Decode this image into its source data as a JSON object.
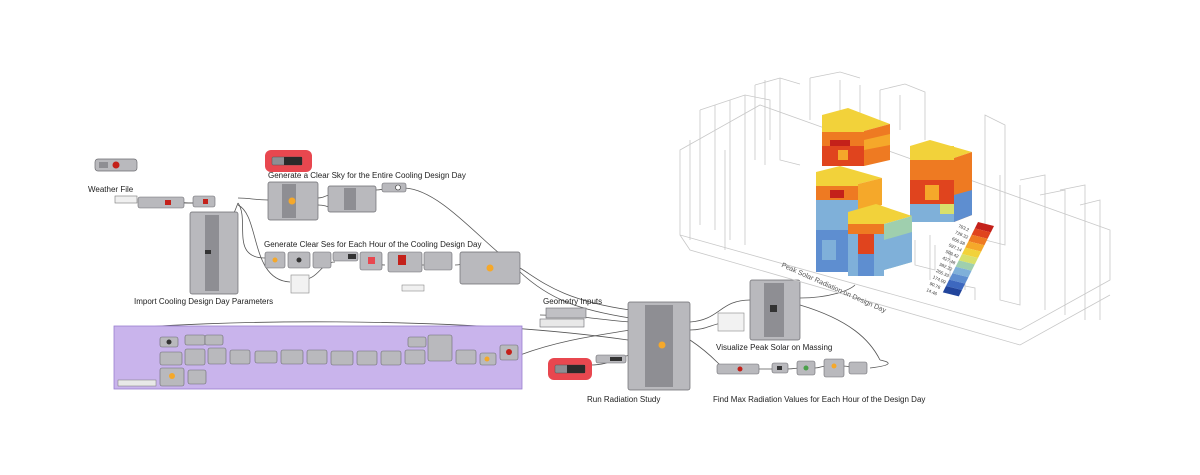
{
  "labels": {
    "weather_file": "Weather File",
    "clear_sky_day": "Generate a Clear Sky for the Entire Cooling Design Day",
    "clear_sky_hours": "Generate Clear Ses for Each Hour of the Cooling Design Day",
    "import_params": "Import Cooling Design Day Parameters",
    "geometry_inputs": "Geometry Inputs",
    "run_radiation": "Run Radiation Study",
    "visualize_peak": "Visualize Peak Solar on Massing",
    "find_max": "Find Max Radiation Values for Each Hour of the Design Day",
    "heatmap_title": "Peak Solar Radiation on Design Day"
  },
  "colors": {
    "canvas": "#ffffff",
    "component": "#b9b9bd",
    "component_dark": "#8e8e93",
    "wire": "#555555",
    "highlight_red": "#e8474f",
    "purple_group": "#c9b4ec",
    "massing_line": "#c8c8c8"
  },
  "legend": {
    "values": [
      "783.2",
      "728.32",
      "666.58",
      "597.14",
      "509.42",
      "427.48",
      "382.32",
      "265.33",
      "174.09",
      "90.76",
      "14.46"
    ],
    "colors": [
      "#c4211a",
      "#e0441e",
      "#ee7a22",
      "#f5a82a",
      "#f2d23a",
      "#d8e06b",
      "#9fcfae",
      "#7fb0d9",
      "#5e8ed0",
      "#3d68bf",
      "#22459c"
    ]
  },
  "icons": {
    "run_toggle": "toggle-icon",
    "sun_bulb": "sun-icon",
    "heatmap": "heatmap-massing"
  }
}
